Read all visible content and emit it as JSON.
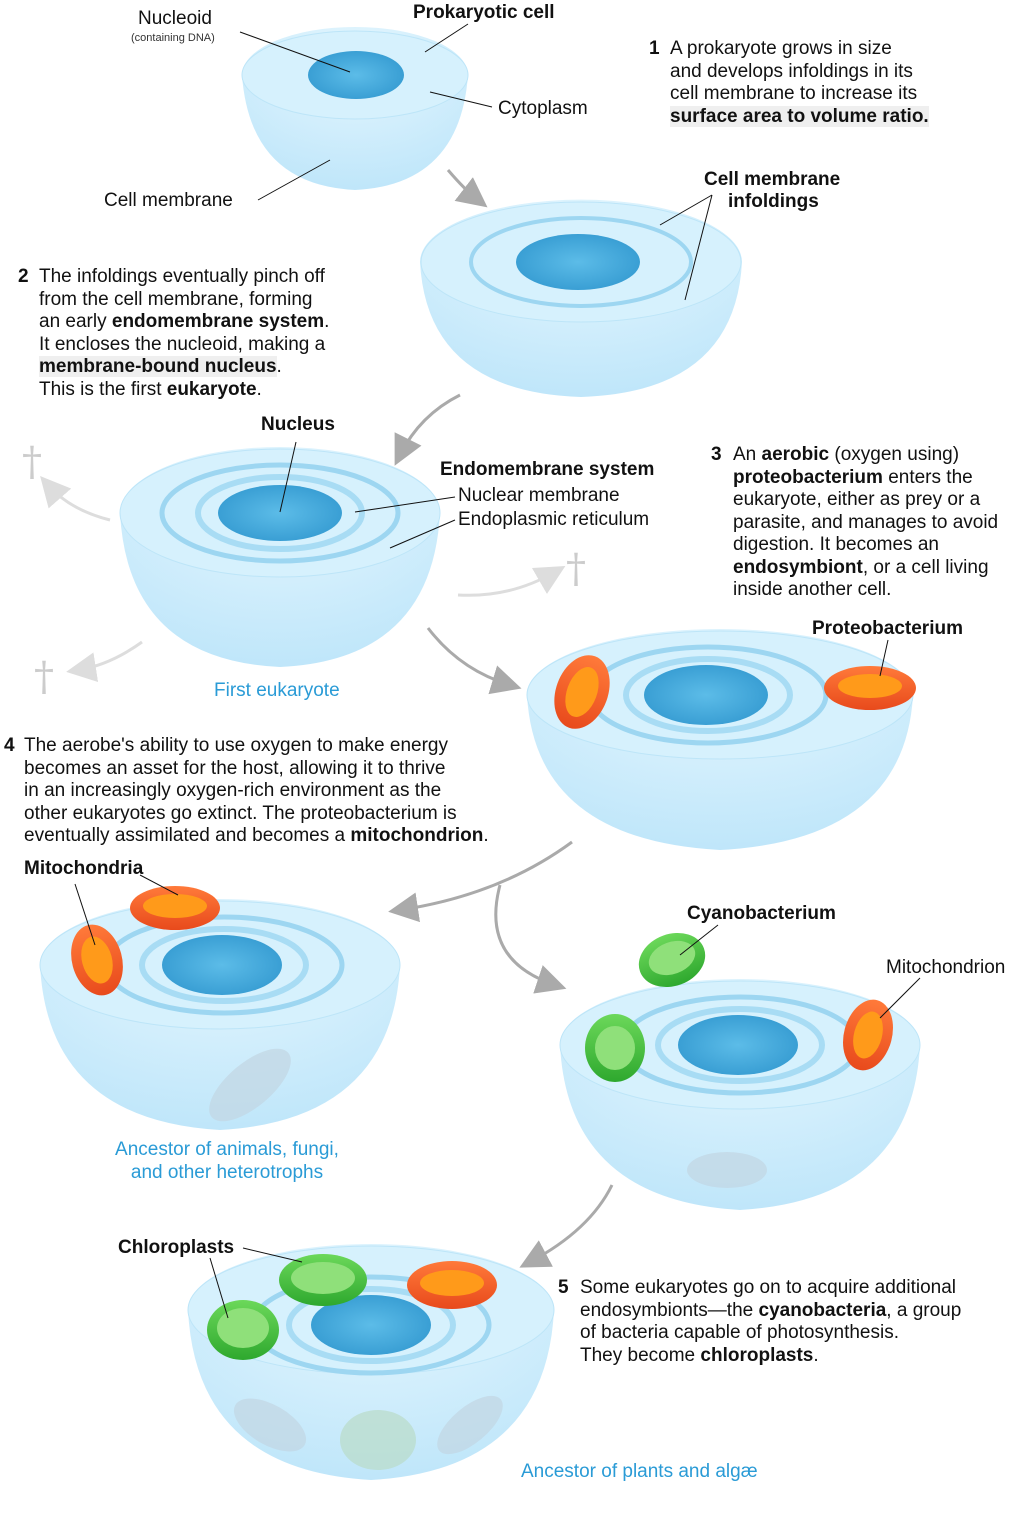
{
  "labels": {
    "prokaryotic_cell": "Prokaryotic cell",
    "nucleoid": "Nucleoid",
    "nucleoid_note": "(containing DNA)",
    "cytoplasm": "Cytoplasm",
    "cell_membrane": "Cell membrane",
    "cell_membrane_infoldings_1": "Cell membrane",
    "cell_membrane_infoldings_2": "infoldings",
    "nucleus": "Nucleus",
    "endomembrane_system": "Endomembrane system",
    "nuclear_membrane": "Nuclear membrane",
    "endoplasmic_reticulum": "Endoplasmic reticulum",
    "proteobacterium": "Proteobacterium",
    "mitochondria": "Mitochondria",
    "cyanobacterium": "Cyanobacterium",
    "mitochondrion": "Mitochondrion",
    "chloroplasts": "Chloroplasts"
  },
  "captions": {
    "first_eukaryote": "First eukaryote",
    "animals_1": "Ancestor of animals, fungi,",
    "animals_2": "and other heterotrophs",
    "plants": "Ancestor of plants and algæ"
  },
  "steps": {
    "s1": {
      "num": "1",
      "l1": "A prokaryote grows in size",
      "l2": "and develops infoldings in its",
      "l3": "cell membrane to increase its",
      "l4": "surface area to volume ratio."
    },
    "s2": {
      "num": "2",
      "l1": "The infoldings eventually pinch off",
      "l2": "from the cell membrane, forming",
      "l3a": "an early ",
      "l3b": "endomembrane system",
      "l3c": ".",
      "l4": "It encloses the nucleoid, making a",
      "l5": "membrane-bound nucleus",
      "l5c": ".",
      "l6a": "This is the first ",
      "l6b": "eukaryote",
      "l6c": "."
    },
    "s3": {
      "num": "3",
      "l1a": "An ",
      "l1b": "aerobic",
      "l1c": " (oxygen using)",
      "l2a": "proteobacterium",
      "l2b": " enters the",
      "l3": "eukaryote, either as prey or a",
      "l4": "parasite, and manages to avoid",
      "l5": "digestion. It becomes an",
      "l6a": "endosymbiont",
      "l6b": ", or a cell living",
      "l7": "inside another cell."
    },
    "s4": {
      "num": "4",
      "l1": "The aerobe's ability to use oxygen to make energy",
      "l2": "becomes an asset for the host, allowing it to thrive",
      "l3": "in an increasingly oxygen-rich environment as the",
      "l4": "other eukaryotes go extinct. The proteobacterium is",
      "l5a": "eventually assimilated and becomes a ",
      "l5b": "mitochondrion",
      "l5c": "."
    },
    "s5": {
      "num": "5",
      "l1": "Some eukaryotes go on to acquire additional",
      "l2a": "endosymbionts—the ",
      "l2b": "cyanobacteria",
      "l2c": ", a group",
      "l3": "of bacteria capable of photosynthesis.",
      "l4a": "They become ",
      "l4b": "chloroplasts",
      "l4c": "."
    }
  },
  "extinct_symbol": "†",
  "colors": {
    "cell_fill": "#cfeefc",
    "cell_top": "#b8e4f8",
    "nucleus": "#4aaee0",
    "mitochondrion": "#f05a28",
    "mitochondrion_inner": "#ff9a1a",
    "chloroplast": "#3cb83a",
    "chloroplast_inner": "#8fe07a",
    "arrow": "#aaaaaa",
    "caption": "#2a9bd6",
    "highlight": "#efefef"
  }
}
